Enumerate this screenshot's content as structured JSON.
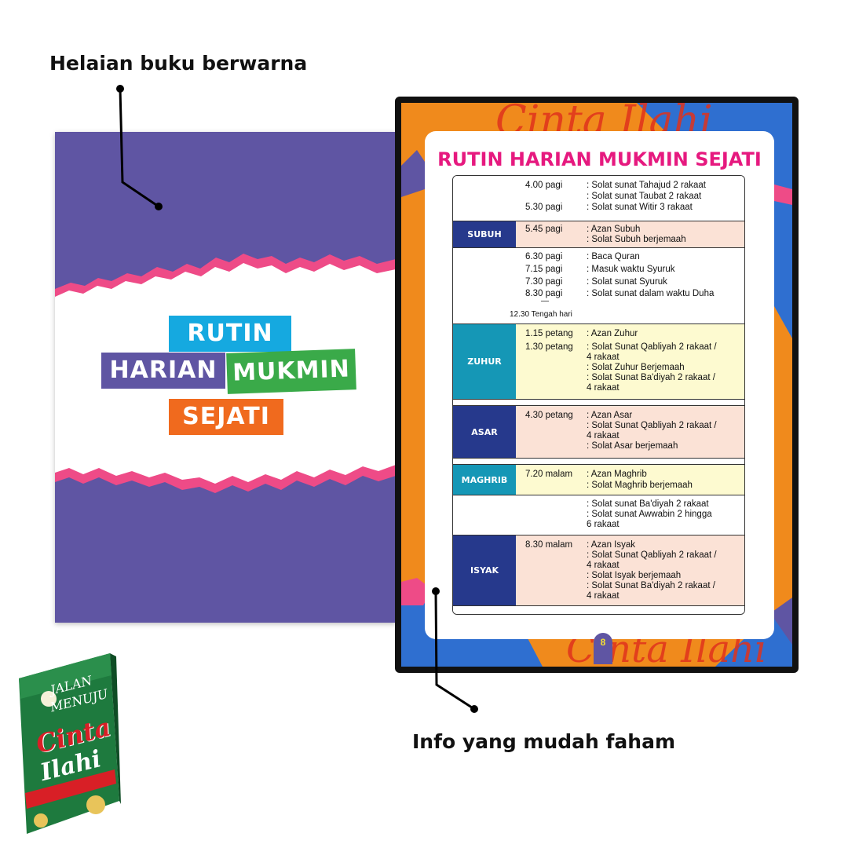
{
  "callouts": {
    "top": "Helaian buku berwarna",
    "bottom": "Info yang mudah faham"
  },
  "left_page": {
    "title_words": [
      "RUTIN",
      "HARIAN",
      "MUKMIN",
      "SEJATI"
    ],
    "colors": {
      "background": "#5f55a3",
      "torn_edge": "#ee4b87",
      "rutin": "#15a9e0",
      "harian": "#5f55a3",
      "mukmin": "#3aaa49",
      "sejati": "#f06a1e"
    }
  },
  "right_page": {
    "title": "RUTIN HARIAN MUKMIN SEJATI",
    "page_number": "8",
    "rows": [
      {
        "label": "",
        "lines": [
          {
            "time": "4.00 pagi",
            "activity": ": Solat sunat Tahajud 2 rakaat"
          },
          {
            "time": "",
            "activity": ": Solat sunat Taubat 2 rakaat"
          },
          {
            "time": "5.30 pagi",
            "activity": ": Solat sunat Witir 3 rakaat"
          }
        ]
      },
      {
        "label": "SUBUH",
        "lines": [
          {
            "time": "5.45 pagi",
            "activity": ": Azan Subuh"
          },
          {
            "time": "",
            "activity": ": Solat Subuh berjemaah"
          }
        ]
      },
      {
        "label": "",
        "lines": [
          {
            "time": "6.30 pagi",
            "activity": ": Baca Quran"
          },
          {
            "time": "7.15  pagi",
            "activity": ": Masuk waktu Syuruk"
          },
          {
            "time": "7.30 pagi",
            "activity": ": Solat sunat Syuruk"
          },
          {
            "time": "8.30 pagi",
            "activity": ": Solat sunat dalam waktu Duha"
          }
        ],
        "dash": "—",
        "note": "12.30 Tengah hari"
      },
      {
        "label": "ZUHUR",
        "lines": [
          {
            "time": "1.15 petang",
            "activity": ": Azan Zuhur"
          },
          {
            "time": "1.30 petang",
            "activity": ": Solat Sunat Qabliyah 2 rakaat /"
          },
          {
            "time": "",
            "activity": "  4 rakaat"
          },
          {
            "time": "",
            "activity": ": Solat Zuhur Berjemaah"
          },
          {
            "time": "",
            "activity": ": Solat Sunat Ba'diyah 2 rakaat /"
          },
          {
            "time": "",
            "activity": "  4 rakaat"
          }
        ]
      },
      {
        "label": "ASAR",
        "lines": [
          {
            "time": "4.30 petang",
            "activity": ": Azan Asar"
          },
          {
            "time": "",
            "activity": ": Solat Sunat Qabliyah 2 rakaat /"
          },
          {
            "time": "",
            "activity": "  4 rakaat"
          },
          {
            "time": "",
            "activity": ": Solat Asar berjemaah"
          }
        ]
      },
      {
        "label": "MAGHRIB",
        "lines": [
          {
            "time": "7.20 malam",
            "activity": ": Azan Maghrib"
          },
          {
            "time": "",
            "activity": ": Solat Maghrib berjemaah"
          }
        ]
      },
      {
        "label": "",
        "lines": [
          {
            "time": "",
            "activity": ": Solat  sunat Ba'diyah 2 rakaat"
          },
          {
            "time": "",
            "activity": ": Solat sunat Awwabin 2 hingga"
          },
          {
            "time": "",
            "activity": "  6 rakaat"
          }
        ]
      },
      {
        "label": "ISYAK",
        "lines": [
          {
            "time": "8.30 malam",
            "activity": ": Azan Isyak"
          },
          {
            "time": "",
            "activity": ": Solat Sunat Qabliyah 2 rakaat /"
          },
          {
            "time": "",
            "activity": "  4 rakaat"
          },
          {
            "time": "",
            "activity": ": Solat Isyak berjemaah"
          },
          {
            "time": "",
            "activity": ": Solat Sunat Ba'diyah 2 rakaat /"
          },
          {
            "time": "",
            "activity": "  4 rakaat"
          }
        ]
      }
    ]
  },
  "book_cover": {
    "title_lines": [
      "JALAN",
      "MENUJU",
      "Cinta",
      "Ilahi"
    ],
    "colors": {
      "cover": "#1e7a3e",
      "title_accent": "#d81f26"
    }
  }
}
